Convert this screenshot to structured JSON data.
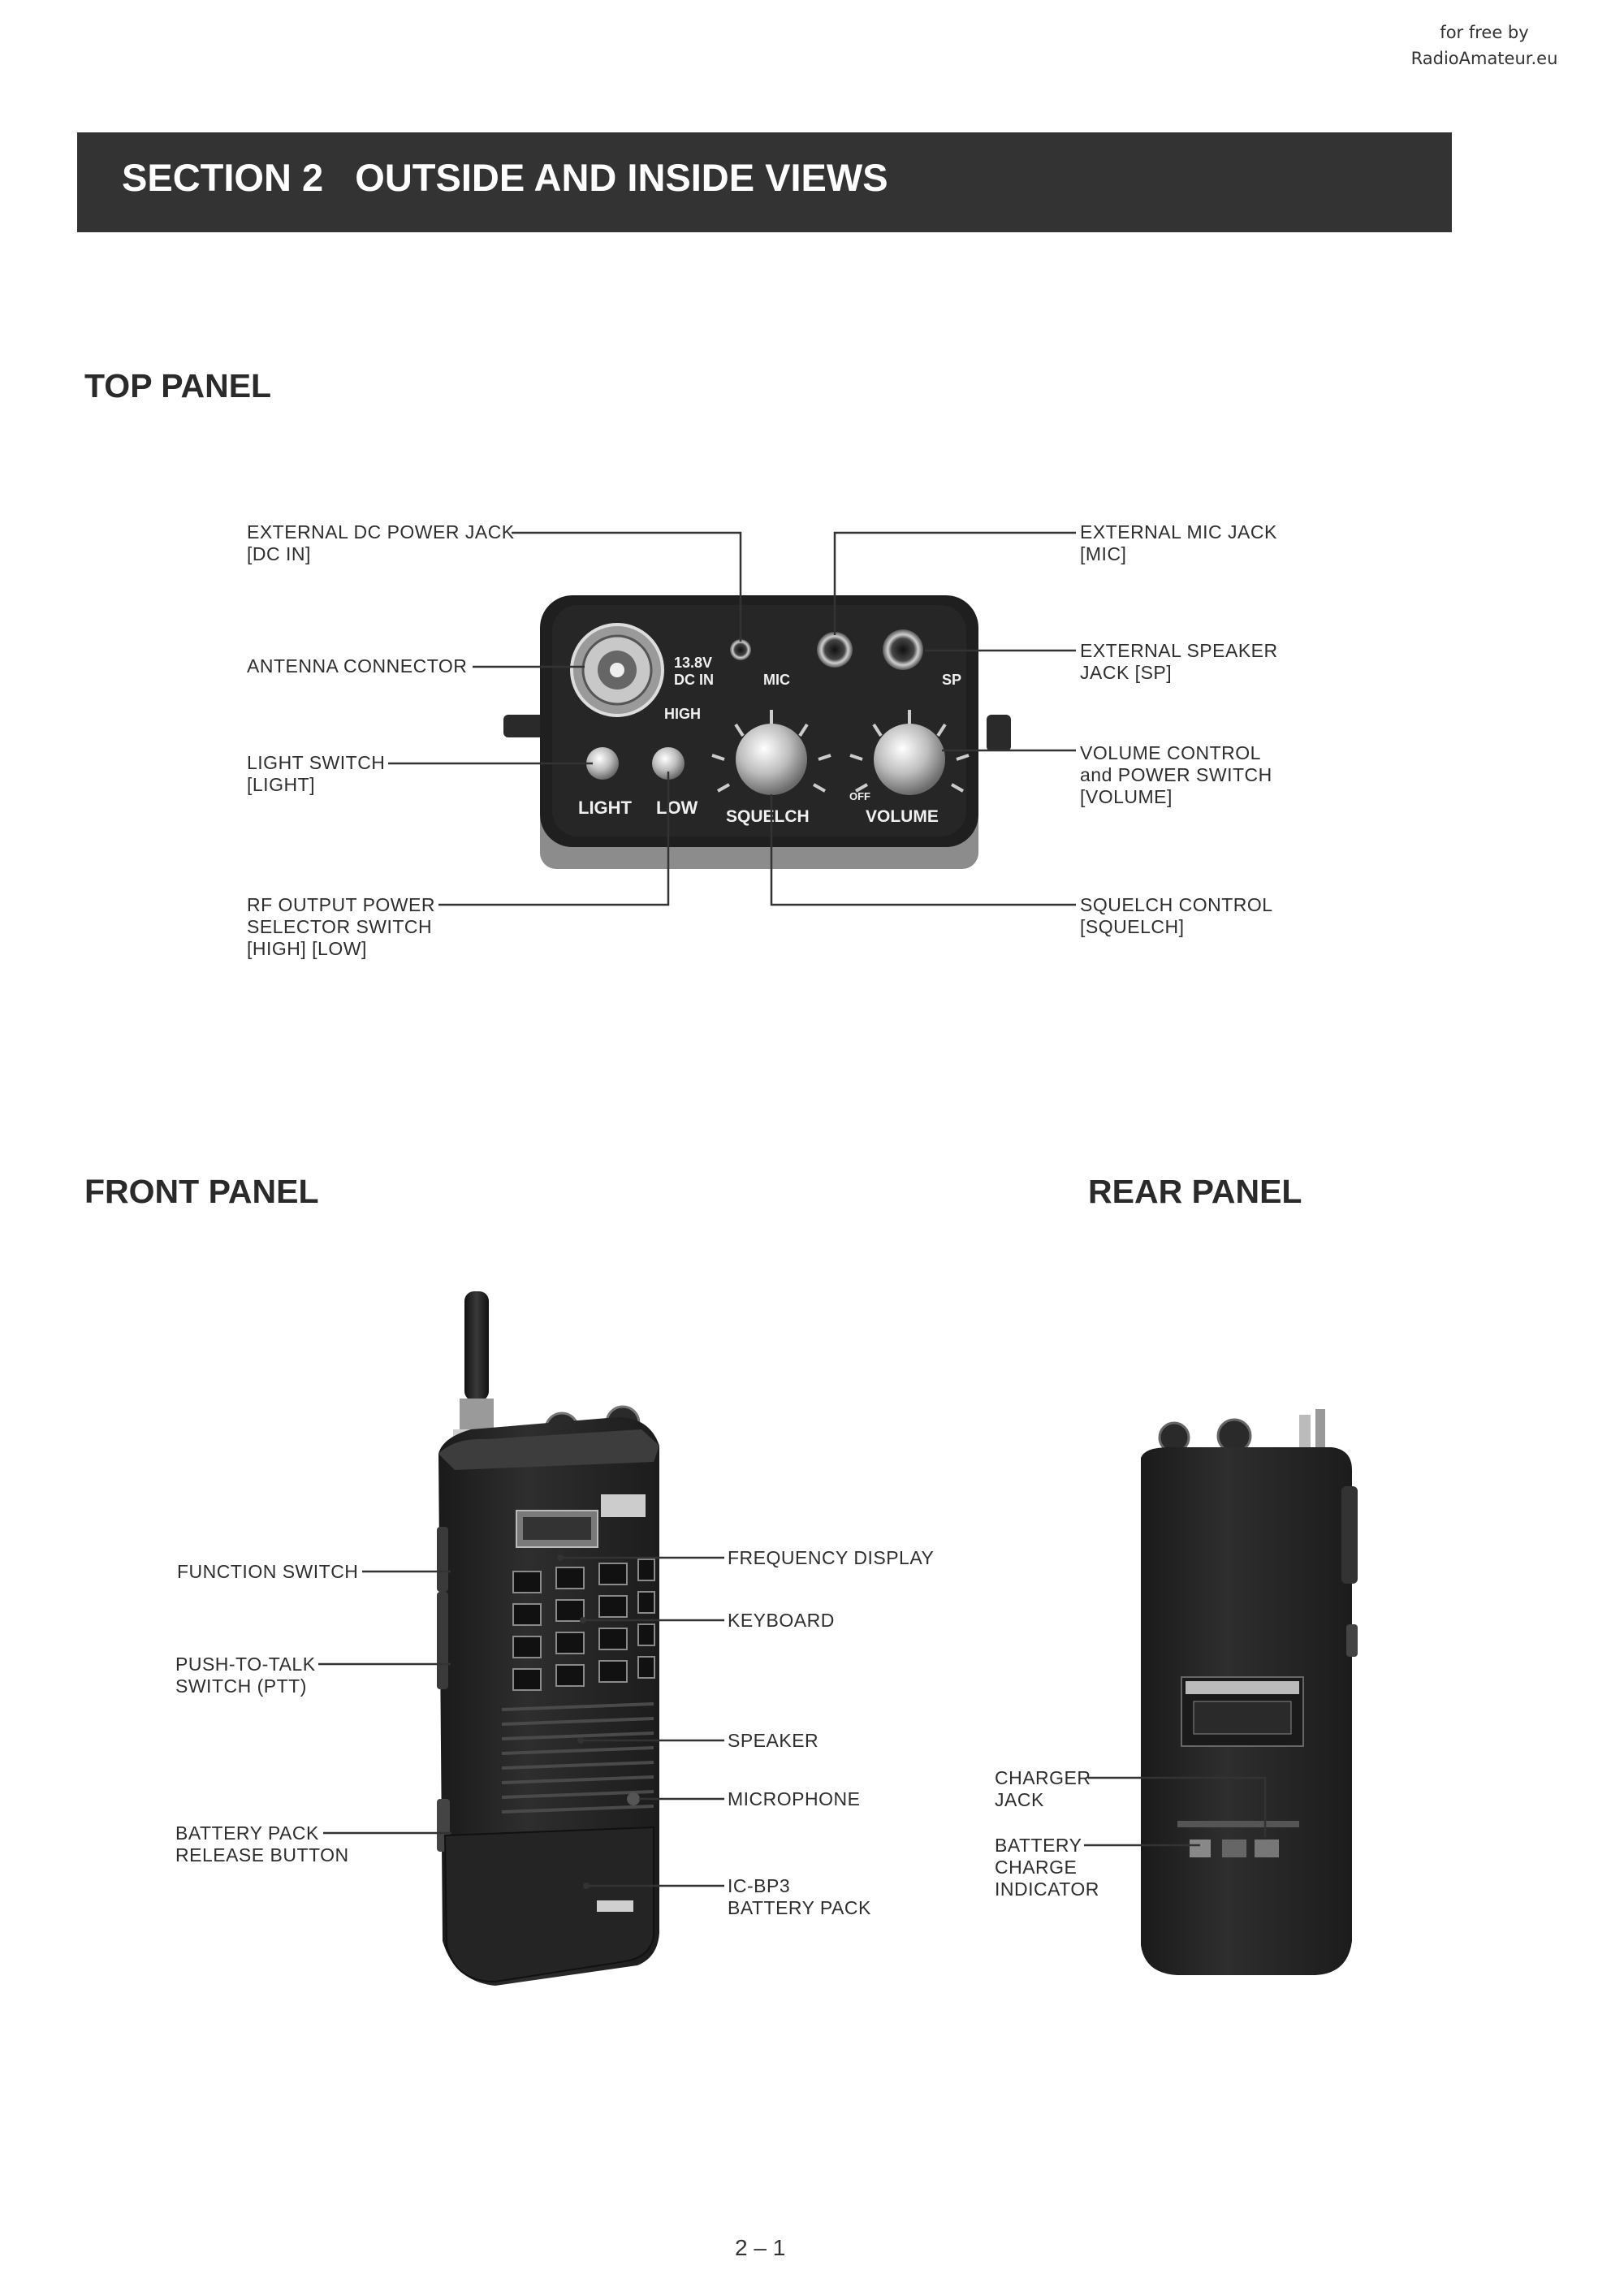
{
  "watermark": {
    "line1": "for free by",
    "line2": "RadioAmateur.eu"
  },
  "section_title": "SECTION 2   OUTSIDE AND INSIDE VIEWS",
  "top_panel": {
    "heading": "TOP PANEL",
    "labels": {
      "dc_jack": [
        "EXTERNAL DC POWER JACK",
        "[DC IN]"
      ],
      "antenna": [
        "ANTENNA CONNECTOR"
      ],
      "light_switch": [
        "LIGHT SWITCH",
        "[LIGHT]"
      ],
      "rf_power": [
        "RF OUTPUT POWER",
        "SELECTOR SWITCH",
        "[HIGH] [LOW]"
      ],
      "mic_jack": [
        "EXTERNAL MIC JACK",
        "[MIC]"
      ],
      "speaker_jack": [
        "EXTERNAL SPEAKER",
        "JACK [SP]"
      ],
      "volume": [
        "VOLUME CONTROL",
        "and POWER SWITCH",
        "[VOLUME]"
      ],
      "squelch": [
        "SQUELCH CONTROL",
        "[SQUELCH]"
      ]
    },
    "device_markings": {
      "dc_in": [
        "13.8V",
        "DC IN"
      ],
      "mic": "MIC",
      "sp": "SP",
      "high": "HIGH",
      "light": "LIGHT",
      "low": "LOW",
      "squelch": "SQUELCH",
      "volume": "VOLUME",
      "off": "OFF"
    }
  },
  "front_panel": {
    "heading": "FRONT PANEL",
    "labels": {
      "function_switch": [
        "FUNCTION SWITCH"
      ],
      "ptt": [
        "PUSH-TO-TALK",
        "SWITCH (PTT)"
      ],
      "release": [
        "BATTERY PACK",
        "RELEASE BUTTON"
      ],
      "freq_display": [
        "FREQUENCY DISPLAY"
      ],
      "keyboard": [
        "KEYBOARD"
      ],
      "speaker": [
        "SPEAKER"
      ],
      "microphone": [
        "MICROPHONE"
      ],
      "battery": [
        "IC-BP3",
        "BATTERY PACK"
      ]
    }
  },
  "rear_panel": {
    "heading": "REAR PANEL",
    "labels": {
      "charger": [
        "CHARGER",
        "JACK"
      ],
      "charge_indicator": [
        "BATTERY",
        "CHARGE",
        "INDICATOR"
      ]
    }
  },
  "page_number": "2 – 1"
}
